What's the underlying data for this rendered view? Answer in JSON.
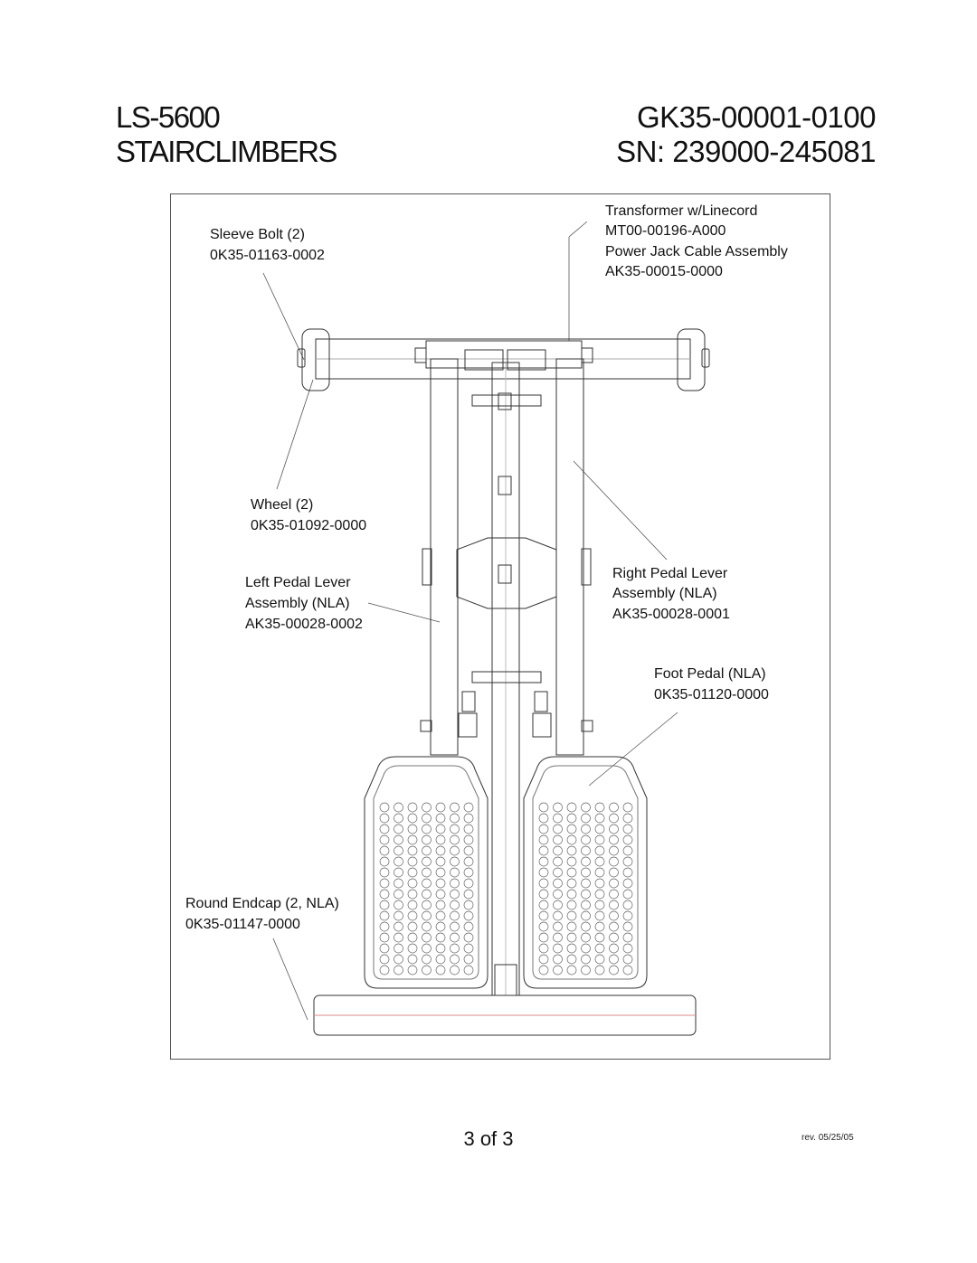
{
  "header": {
    "model": "LS-5600",
    "category": "STAIRCLIMBERS",
    "part_number": "GK35-00001-0100",
    "serial_range": "SN: 239000-245081"
  },
  "callouts": {
    "sleeve_bolt": {
      "name": "Sleeve Bolt (2)",
      "part": "0K35-01163-0002"
    },
    "transformer": {
      "name": "Transformer w/Linecord",
      "part": "MT00-00196-A000"
    },
    "power_jack": {
      "name": "Power Jack Cable Assembly",
      "part": "AK35-00015-0000"
    },
    "wheel": {
      "name": "Wheel (2)",
      "part": "0K35-01092-0000"
    },
    "left_pedal_lever": {
      "name_line1": "Left Pedal Lever",
      "name_line2": "Assembly (NLA)",
      "part": "AK35-00028-0002"
    },
    "right_pedal_lever": {
      "name_line1": "Right Pedal Lever",
      "name_line2": "Assembly (NLA)",
      "part": "AK35-00028-0001"
    },
    "foot_pedal": {
      "name": "Foot Pedal (NLA)",
      "part": "0K35-01120-0000"
    },
    "round_endcap": {
      "name": "Round Endcap (2, NLA)",
      "part": "0K35-01147-0000"
    }
  },
  "footer": {
    "page": "3 of 3",
    "revision": "rev. 05/25/05"
  }
}
